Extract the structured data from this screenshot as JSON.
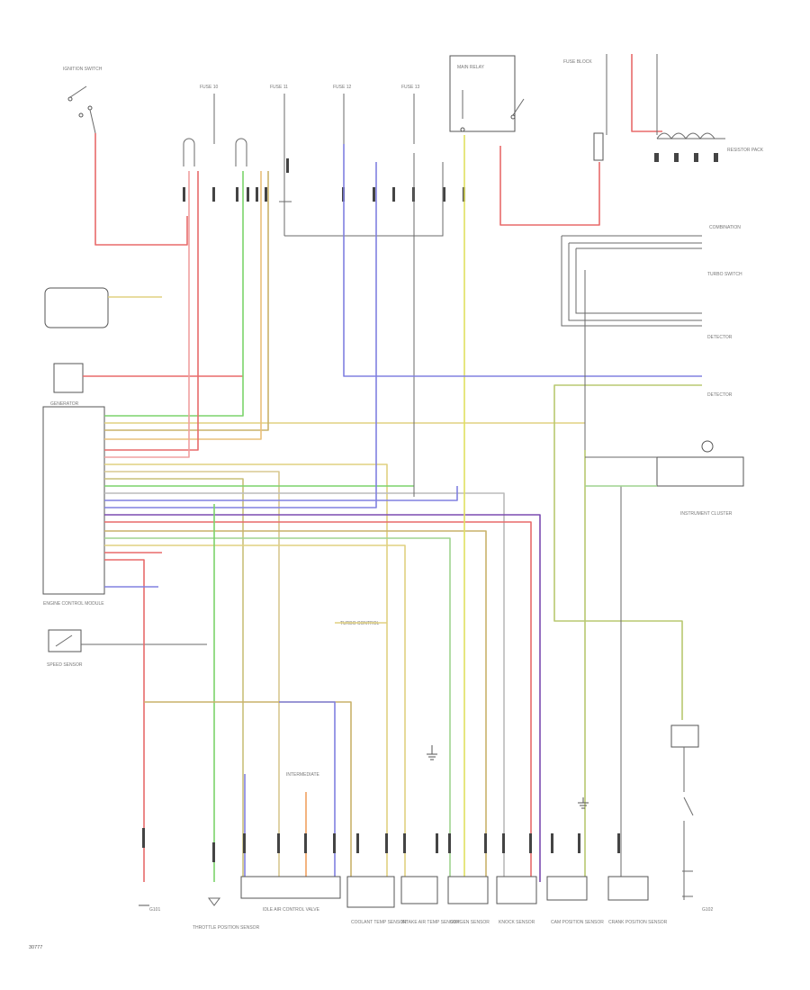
{
  "diagram": {
    "page_id": "30777",
    "labels": {
      "ignition_switch": "IGNITION SWITCH",
      "fuse_1": "FUSE 10",
      "fuse_2": "FUSE 11",
      "fuse_3": "FUSE 12",
      "fuse_4": "FUSE 13",
      "relay": "MAIN RELAY",
      "fuse_block": "FUSE BLOCK",
      "resistor_pack": "RESISTOR PACK",
      "generator": "GENERATOR",
      "control_module": "ENGINE CONTROL MODULE",
      "speed_sensor": "SPEED SENSOR",
      "turbo_module": "TURBO CONTROL",
      "instrument_cluster": "INSTRUMENT CLUSTER",
      "ground_1": "G101",
      "ground_2": "G102",
      "bottom_1": "THROTTLE POSITION SENSOR",
      "bottom_2": "IDLE AIR CONTROL VALVE",
      "bottom_3": "COOLANT TEMP SENSOR",
      "bottom_4": "INTAKE AIR TEMP SENSOR",
      "bottom_5": "OXYGEN SENSOR",
      "bottom_6": "KNOCK SENSOR",
      "bottom_7": "CAM POSITION SENSOR",
      "bottom_8": "CRANK POSITION SENSOR"
    }
  }
}
